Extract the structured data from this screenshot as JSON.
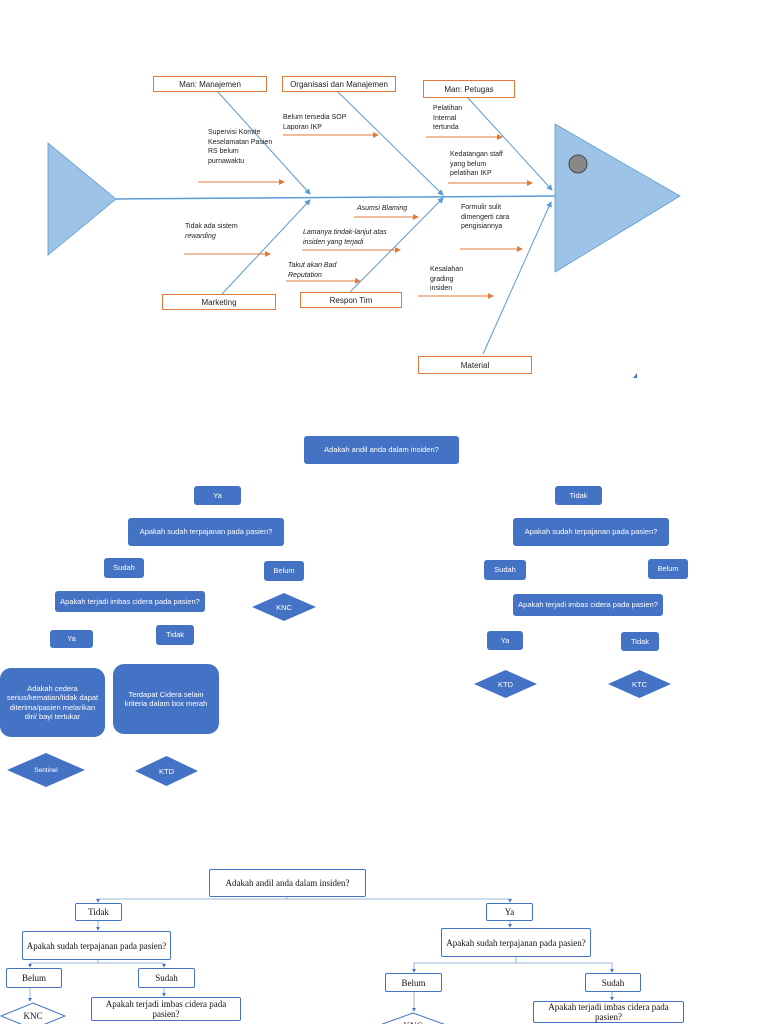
{
  "fishbone": {
    "categories": {
      "man_manajemen": "Man: Manajemen",
      "organisasi": "Organisasi dan Manajemen",
      "man_petugas": "Man: Petugas",
      "marketing": "Marketing",
      "respon_tim": "Respon Tim",
      "material": "Material"
    },
    "causes": {
      "supervisi": "Supervisi Komite Keselamatan Pasien RS belum purnawaktu",
      "belum_sop": "Belum tersedia SOP Laporan IKP",
      "pelatihan": "Pelatihan Internal tertunda",
      "kedatangan": "Kedatangan staff yang belum pelatihan IKP",
      "tidak_reward_plain": "Tidak ada sistem",
      "tidak_reward_it": "rewarding",
      "asumsi": "Asumsi Blaming",
      "lamanya": "Lamanya tindak-lanjut atas insiden yang terjadi",
      "takut": "Takut akan Bad Reputation",
      "formulir": "Formulir sulit dimengerti cara pengisiannya",
      "kesalahan": "Kesalahan grading insiden"
    },
    "colors": {
      "fish": "#9dc3e6",
      "spine": "#5b9bd5",
      "arrow": "#e07b39",
      "box_border": "#e07b39"
    }
  },
  "flow1": {
    "question": "Adakah andil anda dalam insiden?",
    "left": {
      "ya": "Ya",
      "q_terpajan": "Apakah sudah terpajanan pada pasien?",
      "sudah": "Sudah",
      "belum": "Belum",
      "knc": "KNC",
      "q_imbas": "Apakah terjadi imbas cidera pada pasien?",
      "ya2": "Ya",
      "tidak": "Tidak",
      "box_cedera": "Adakah cedera serius/kematian/tidak dapat diterima/pasien melarikan diri/ bayi tertukar",
      "box_terdapat": "Terdapat Cidera selain kriteria dalam box merah",
      "sentinel": "Sentinel",
      "ktd": "KTD"
    },
    "right": {
      "tidak": "Tidak",
      "q_terpajan": "Apakah sudah terpajanan pada pasien?",
      "sudah": "Sudah",
      "belum": "Belum",
      "q_imbas": "Apakah terjadi imbas cidera pada pasien?",
      "ya": "Ya",
      "tidak2": "Tidak",
      "ktd": "KTD",
      "ktc": "KTC"
    },
    "colors": {
      "box": "#4472c4"
    }
  },
  "flow2": {
    "question": "Adakah andil anda dalam insiden?",
    "left": {
      "tidak": "Tidak",
      "q_terpajan": "Apakah sudah terpajanan pada pasien?",
      "belum": "Belum",
      "sudah": "Sudah",
      "knc": "KNC",
      "q_imbas": "Apakah terjadi imbas cidera pada pasien?"
    },
    "right": {
      "ya": "Ya",
      "q_terpajan": "Apakah sudah terpajanan pada pasien?",
      "belum": "Belum",
      "sudah": "Sudah",
      "knc": "KNC",
      "q_imbas": "Apakah terjadi imbas cidera pada pasien?"
    }
  }
}
